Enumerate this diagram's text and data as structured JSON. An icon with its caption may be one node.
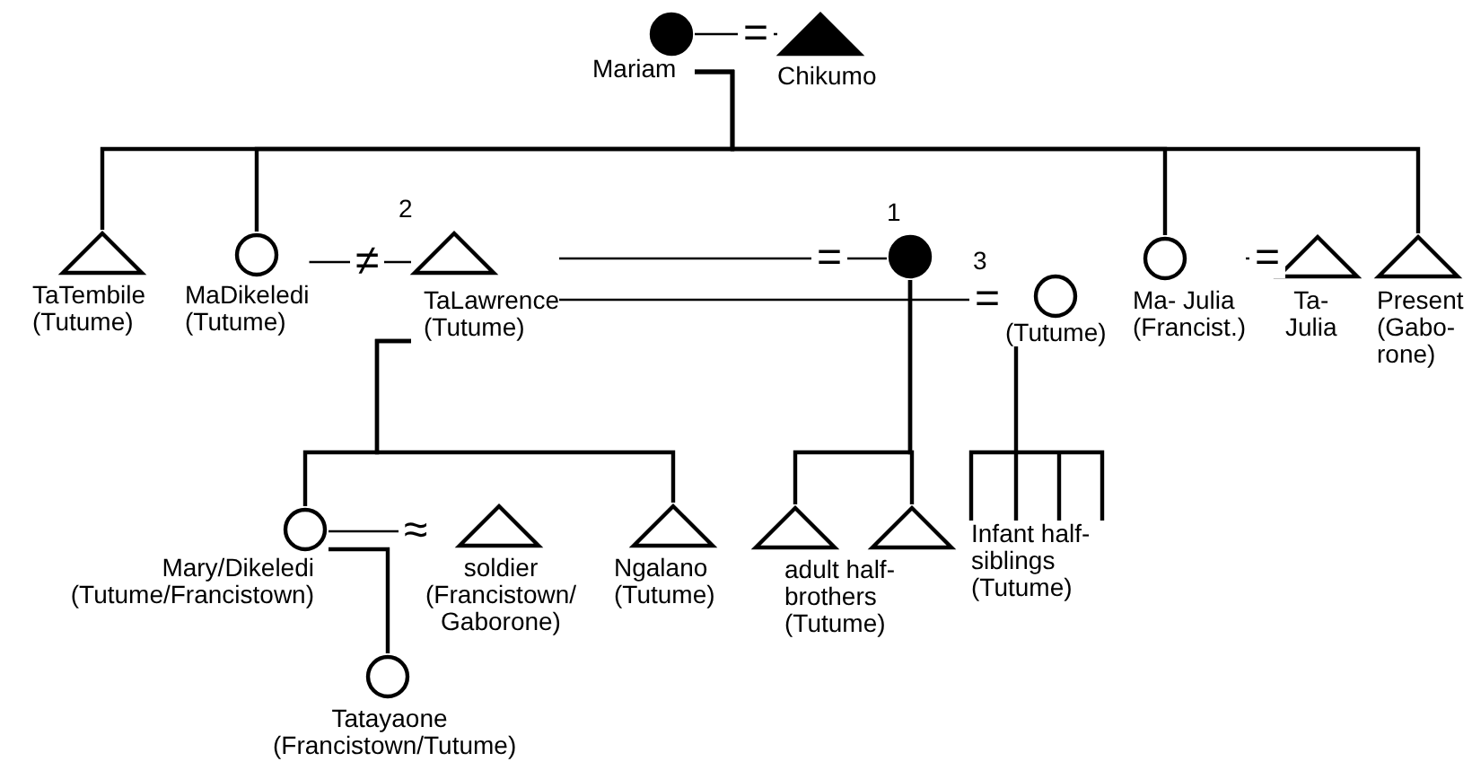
{
  "diagram": {
    "nodes": [
      {
        "text": [
          "Mariam"
        ]
      },
      {
        "text": [
          "Chikumo"
        ]
      },
      {
        "text": [
          "TaTembile (Tutume)"
        ]
      },
      {
        "text": [
          "MaDikeledi (Tutume)"
        ]
      },
      {
        "text": [
          "TaLawrence (Tutume)"
        ]
      },
      {
        "text": [],
        "shape": "circle"
      },
      {
        "text": [
          "(Tutume)"
        ]
      },
      {
        "text": [
          "Ma- Julia (Francist.)"
        ]
      },
      {
        "text": [
          "Ta- Julia"
        ]
      },
      {
        "text": [
          "Present (Gabo- rone)"
        ]
      },
      {
        "text": [
          "Mary/Dikeledi (Tutume/Francistown)"
        ]
      },
      {
        "text": [
          "soldier (Francistown/ Gaborone)"
        ]
      },
      {
        "text": [
          "Ngalano (Tutume)"
        ]
      },
      {
        "text": [
          "Tatayaone (Francistown/Tutume)"
        ]
      },
      {
        "text": [],
        "shape": "triangle"
      },
      {
        "text": [],
        "shape": "triangle"
      },
      {
        "text": [
          "Infant half- siblings (Tutume)"
        ]
      }
    ],
    "edges": [
      {
        "from": 0,
        "to": 1,
        "arrow": "none",
        "label": "="
      },
      {
        "from": 0,
        "to": 2,
        "arrow": "none"
      },
      {
        "from": 0,
        "to": 3,
        "arrow": "none"
      },
      {
        "from": 0,
        "to": 7,
        "arrow": "none"
      },
      {
        "from": 0,
        "to": 9,
        "arrow": "none"
      },
      {
        "from": 3,
        "to": 4,
        "arrow": "none",
        "label": "≠"
      },
      {
        "from": 4,
        "to": 5,
        "arrow": "none",
        "label": "="
      },
      {
        "from": 4,
        "to": 6,
        "arrow": "none",
        "label": "="
      },
      {
        "from": 7,
        "to": 8,
        "arrow": "none",
        "label": "="
      },
      {
        "from": 4,
        "to": 10,
        "arrow": "none"
      },
      {
        "from": 4,
        "to": 12,
        "arrow": "none"
      },
      {
        "from": 10,
        "to": 11,
        "arrow": "none",
        "label": "≈"
      },
      {
        "from": 10,
        "to": 13,
        "arrow": "none"
      },
      {
        "from": 5,
        "to": 14,
        "arrow": "none"
      },
      {
        "from": 5,
        "to": 15,
        "arrow": "none"
      },
      {
        "from": 6,
        "to": 16,
        "arrow": "none"
      }
    ],
    "labels": [
      "2",
      "1",
      "3",
      "adult half- brothers (Tutume)"
    ]
  }
}
